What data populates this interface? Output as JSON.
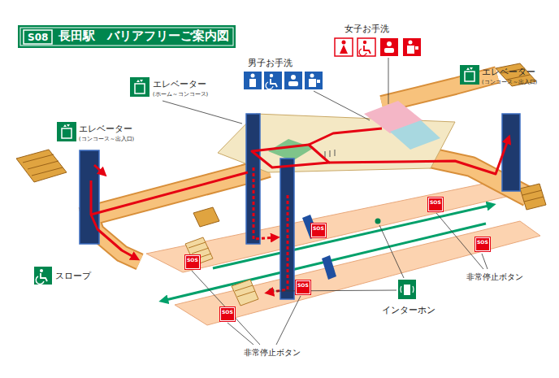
{
  "diagram": {
    "title": "長田駅　バリアフリーご案内図",
    "labels": [
      "S08",
      "女子お手洗",
      "男子お手洗",
      "エレベーター",
      "(ホーム～コンコース)",
      "エレベーター",
      "(コンコース～出入口)",
      "エレベーター",
      "(コンコース～出入口)",
      "スロープ",
      "インターホン",
      "非常停止ボタン",
      "非常停止ボタン",
      "SOS",
      "SOS",
      "SOS",
      "SOS",
      "SOS",
      "SOS"
    ]
  }
}
